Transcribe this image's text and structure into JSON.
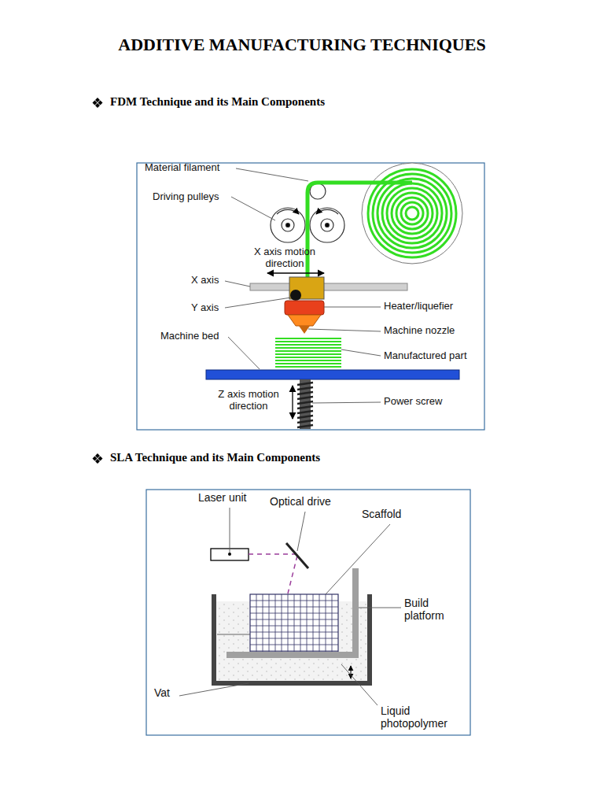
{
  "diagram": {
    "title": "ADDITIVE MANUFACTURING TECHNIQUES",
    "labels": [
      "FDM Technique and its Main Components",
      "Material filament",
      "Driving pulleys",
      "X axis motion direction",
      "X axis",
      "Y axis",
      "Heater/liquefier",
      "Machine nozzle",
      "Machine bed",
      "Manufactured part",
      "Z axis motion direction",
      "Power screw",
      "SLA Technique and its Main Components",
      "Laser unit",
      "Optical drive",
      "Scaffold",
      "Build platform",
      "Vat",
      "Liquid photopolymer"
    ]
  }
}
